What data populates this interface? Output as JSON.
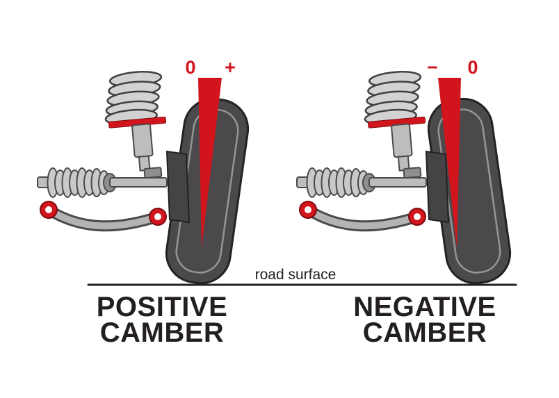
{
  "diagram": {
    "road_label": "road surface",
    "left": {
      "title_line1": "POSITIVE",
      "title_line2": "CAMBER",
      "ref_label": "0",
      "sign_label": "+"
    },
    "right": {
      "title_line1": "NEGATIVE",
      "title_line2": "CAMBER",
      "ref_label": "0",
      "sign_label": "−"
    },
    "colors": {
      "accent_red": "#d2151c",
      "ink": "#231f20",
      "tire": "#4b494b",
      "metal": "#bdbdbd"
    }
  }
}
